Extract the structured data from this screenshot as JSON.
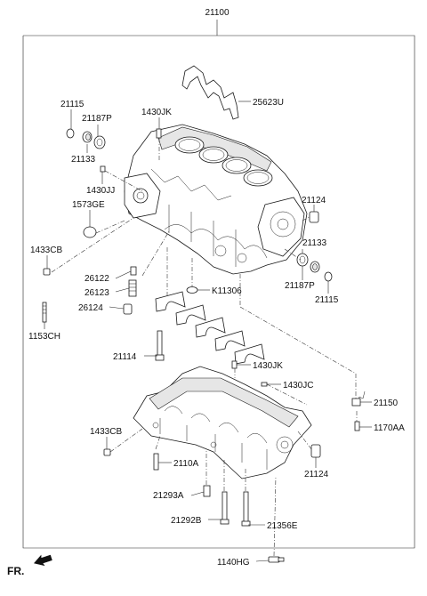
{
  "assembly_label": "21100",
  "orientation": {
    "label": "FR.",
    "icon": "front-direction-arrow-icon"
  },
  "parts": {
    "p25623U": "25623U",
    "p21115_left": "21115",
    "p21187P_left": "21187P",
    "p1430JK_top": "1430JK",
    "p21133_left": "21133",
    "p1430JJ": "1430JJ",
    "p1573GE": "1573GE",
    "p21124_right": "21124",
    "p1433CB_upper": "1433CB",
    "p21133_right": "21133",
    "p21187P_right": "21187P",
    "p21115_right": "21115",
    "p26122": "26122",
    "p26123": "26123",
    "p26124": "26124",
    "pK11306": "K11306",
    "p1153CH": "1153CH",
    "p21114": "21114",
    "p1430JK_mid": "1430JK",
    "p1430JC": "1430JC",
    "p21150": "21150",
    "p1170AA": "1170AA",
    "p1433CB_lower": "1433CB",
    "p2110A": "2110A",
    "p21124_lower": "21124",
    "p21293A": "21293A",
    "p21292B": "21292B",
    "p21356E": "21356E",
    "p1140HG": "1140HG"
  }
}
